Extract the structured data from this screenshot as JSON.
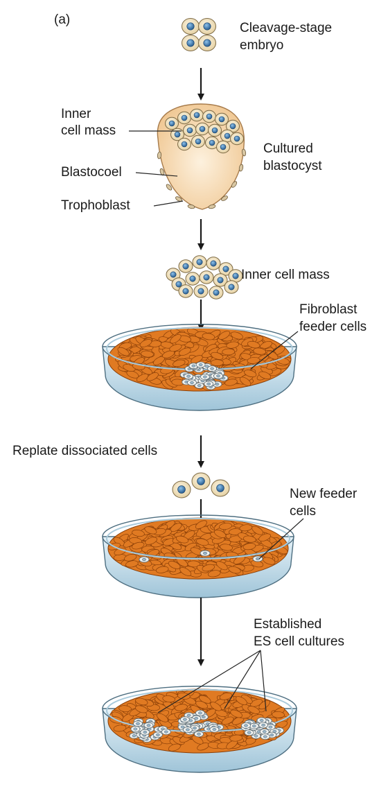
{
  "panel_label": "(a)",
  "labels": {
    "cleavage_1": "Cleavage-stage",
    "cleavage_2": "embryo",
    "inner_1": "Inner",
    "inner_2": "cell mass",
    "blastocoel": "Blastocoel",
    "trophoblast": "Trophoblast",
    "cultured_1": "Cultured",
    "cultured_2": "blastocyst",
    "icm": "Inner cell mass",
    "fibro_1": "Fibroblast",
    "fibro_2": "feeder cells",
    "replate": "Replate dissociated cells",
    "newfeed_1": "New feeder",
    "newfeed_2": "cells",
    "est_1": "Established",
    "est_2": "ES cell cultures"
  },
  "colors": {
    "feeder": "#e07a22",
    "feeder_edge": "#8a3f08",
    "cell_fill": "#f4e6c8",
    "nucleus": "#2e6fa8",
    "dish_rim": "#cfe3ee",
    "blastocoel": "#f5d7b0"
  }
}
